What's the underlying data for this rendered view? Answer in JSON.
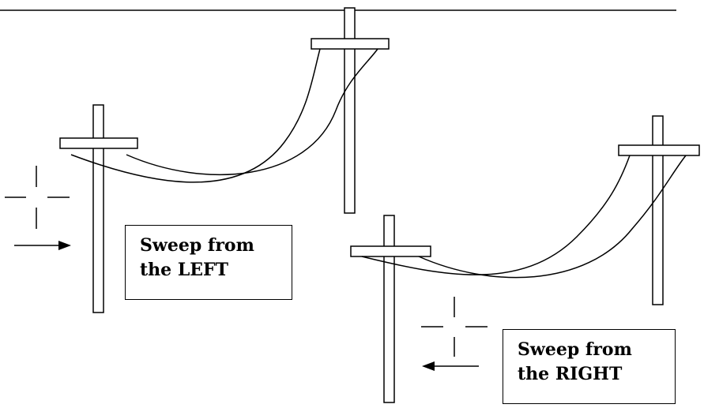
{
  "colors": {
    "line": "#000000",
    "background": "#ffffff"
  },
  "left_panel": {
    "line1": "Sweep from",
    "line2": "the LEFT",
    "arrow_direction": "right"
  },
  "right_panel": {
    "line1": "Sweep from",
    "line2": "the RIGHT",
    "arrow_direction": "left"
  }
}
